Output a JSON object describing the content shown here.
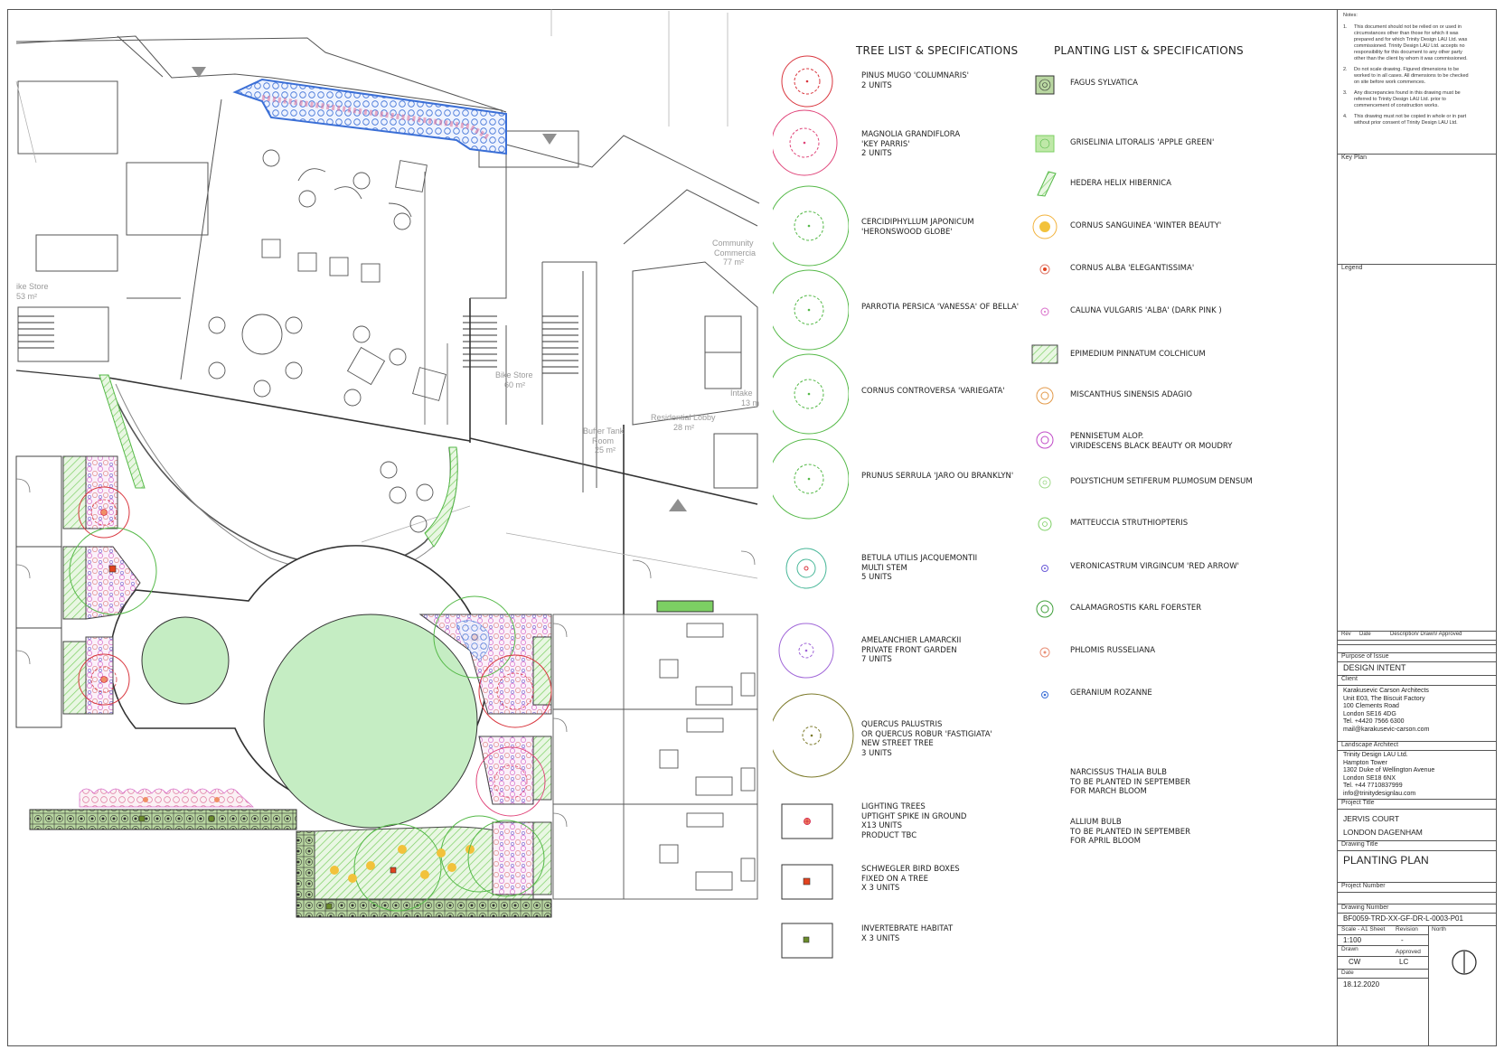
{
  "colors": {
    "tree_red": "#d9363e",
    "tree_pink": "#e0457a",
    "tree_green": "#55b948",
    "tree_teal": "#4bb89a",
    "tree_purple": "#a066d8",
    "tree_olive": "#7c7a2a",
    "lawn": "#c5edc3",
    "bed_green": "#7ccf63",
    "planter_blue": "#3b6fd6",
    "line": "#444444",
    "faint": "#9a9a9a"
  },
  "plan_labels": {
    "bike_store_left": "ike Store",
    "bike_store_left_area": "53 m²",
    "bike_store": "Bike Store",
    "bike_store_area": "60 m²",
    "community": "Community",
    "commercial": "Commercia",
    "community_area": "77 m²",
    "buffer_tank": "Buffer Tank",
    "buffer_room": "Room",
    "buffer_area": "25 m²",
    "residential_lobby": "Residential Lobby",
    "residential_area": "28 m²",
    "intake": "Intake",
    "intake_area": "13 m"
  },
  "tree_list": {
    "title": "TREE LIST & SPECIFICATIONS",
    "items": [
      {
        "label": "PINUS MUGO 'COLUMNARIS'\n2 UNITS",
        "symbol": "red-tree-icon"
      },
      {
        "label": "MAGNOLIA GRANDIFLORA\n'KEY PARRIS'\n2 UNITS",
        "symbol": "pink-tree-icon"
      },
      {
        "label": "CERCIDIPHYLLUM JAPONICUM\n'HERONSWOOD GLOBE'",
        "symbol": "green-tree-icon"
      },
      {
        "label": "PARROTIA PERSICA 'VANESSA' OF BELLA'",
        "symbol": "green-tree-icon"
      },
      {
        "label": "CORNUS CONTROVERSA 'VARIEGATA'",
        "symbol": "green-tree-icon"
      },
      {
        "label": "PRUNUS SERRULA 'JARO OU BRANKLYN'",
        "symbol": "green-tree-icon"
      },
      {
        "label": "BETULA UTILIS  JACQUEMONTII\nMULTI STEM\n5 UNITS",
        "symbol": "teal-tree-icon"
      },
      {
        "label": "AMELANCHIER LAMARCKII\nPRIVATE FRONT GARDEN\n7 UNITS",
        "symbol": "purple-tree-icon"
      },
      {
        "label": "QUERCUS PALUSTRIS\nOR QUERCUS ROBUR 'FASTIGIATA'\nNEW STREET TREE\n3 UNITS",
        "symbol": "olive-tree-icon"
      },
      {
        "label": "LIGHTING TREES\nUPTIGHT SPIKE IN GROUND\nx13 UNITS\nPRODUCT TBC",
        "symbol": "lighting-tree-icon"
      },
      {
        "label": "SCHWEGLER BIRD BOXES\nFIXED ON A TREE\nx 3 UNITS",
        "symbol": "bird-box-icon"
      },
      {
        "label": "INVERTEBRATE HABITAT\nx 3 UNITS",
        "symbol": "invertebrate-habitat-icon"
      }
    ]
  },
  "planting_list": {
    "title": "PLANTING LIST & SPECIFICATIONS",
    "items": [
      {
        "label": "FAGUS SYLVATICA",
        "symbol": "hedge-swatch-icon"
      },
      {
        "label": "GRISELINIA LITORALIS 'APPLE GREEN'",
        "symbol": "green-swatch-icon"
      },
      {
        "label": "HEDERA HELIX HIBERNICA",
        "symbol": "ivy-swatch-icon"
      },
      {
        "label": "CORNUS SANGUINEA 'WINTER BEAUTY'",
        "symbol": "yellow-shrub-icon"
      },
      {
        "label": "CORNUS ALBA 'ELEGANTISSIMA'",
        "symbol": "red-shrub-icon"
      },
      {
        "label": "CALUNA VULGARIS 'ALBA' (DARK PINK )",
        "symbol": "pink-shrub-icon"
      },
      {
        "label": "EPIMEDIUM PINNATUM COLCHICUM",
        "symbol": "hatch-swatch-icon"
      },
      {
        "label": "MISCANTHUS SINENSIS ADAGIO",
        "symbol": "orange-grass-icon"
      },
      {
        "label": "PENNISETUM ALOP.\n VIRIDESCENS BLACK BEAUTY OR MOUDRY",
        "symbol": "purple-grass-icon"
      },
      {
        "label": "POLYSTICHUM SETIFERUM PLUMOSUM DENSUM",
        "symbol": "light-fern-icon"
      },
      {
        "label": "MATTEUCCIA STRUTHIOPTERIS",
        "symbol": "green-fern-icon"
      },
      {
        "label": "VERONICASTRUM VIRGINCUM 'RED ARROW'",
        "symbol": "violet-perennial-icon"
      },
      {
        "label": "CALAMAGROSTIS KARL FOERSTER",
        "symbol": "green-grass-icon"
      },
      {
        "label": "PHLOMIS RUSSELIANA",
        "symbol": "salmon-perennial-icon"
      },
      {
        "label": "GERANIUM ROZANNE",
        "symbol": "blue-perennial-icon"
      },
      {
        "label": "NARCISSUS THALIA BULB\nTO BE PLANTED IN SEPTEMBER\nFOR MARCH BLOOM",
        "symbol": ""
      },
      {
        "label": "ALLIUM BULB\nTO BE PLANTED IN SEPTEMBER\nFOR APRIL BLOOM",
        "symbol": ""
      }
    ]
  },
  "title_block": {
    "notes_heading": "Notes:",
    "notes": [
      {
        "num": "1.",
        "text": "This document should not be relied on or used in circumstances other than those for which it was prepared and for which Trinity Design LAU Ltd. was commissioned. Trinity Design LAU Ltd. accepts no responsibility for this document to any other party other than the client by whom it was commissioned."
      },
      {
        "num": "2.",
        "text": "Do not scale drawing. Figured dimensions to be worked to in all cases. All dimensions to be checked on site before work commences."
      },
      {
        "num": "3.",
        "text": "Any discrepancies found in this drawing must be referred to Trinity Design LAU Ltd. prior to commencement of  construction works."
      },
      {
        "num": "4.",
        "text": "This drawing must not be copied in whole or in part without prior consent of Trinity Design LAU Ltd."
      }
    ],
    "key_plan": "Key Plan",
    "legend": "Legend",
    "rev": "Rev",
    "date": "Date",
    "desc": "Description/ Drawn/ Approved",
    "purpose_label": "Purpose of Issue",
    "purpose_value": "DESIGN INTENT",
    "client_label": "Client",
    "client_value": "Karakusevic Carson Architects\nUnit E03, The Biscuit Factory\n100 Clements Road\nLondon SE16 4DG\nTel. +4420 7566 6300\nmail@karakusevic-carson.com",
    "la_label": "Landscape Architect",
    "la_value": "Trinity Design LAU Ltd.\nHampton Tower\n1302 Duke of Wellington Avenue\nLondon SE18 6NX\nTel. +44 7710837999\ninfo@trinitydesignlau.com",
    "project_title_label": "Project Title",
    "project_title_1": "JERVIS COURT",
    "project_title_2": "LONDON DAGENHAM",
    "drawing_title_label": "Drawing Title",
    "drawing_title": "PLANTING PLAN",
    "project_number_label": "Project Number",
    "drawing_number_label": "Drawing Number",
    "drawing_number": "BF0059-TRD-XX-GF-DR-L-0003-P01",
    "scale_label": "Scale - A1 Sheet",
    "revision_label": "Revision",
    "north_label": "North",
    "scale_value": "1:100",
    "revision_value": "-",
    "drawn_label": "Drawn",
    "approved_label": "Approved",
    "drawn_value": "CW",
    "approved_value": "LC",
    "date_label": "Date",
    "date_value": "18.12.2020"
  }
}
